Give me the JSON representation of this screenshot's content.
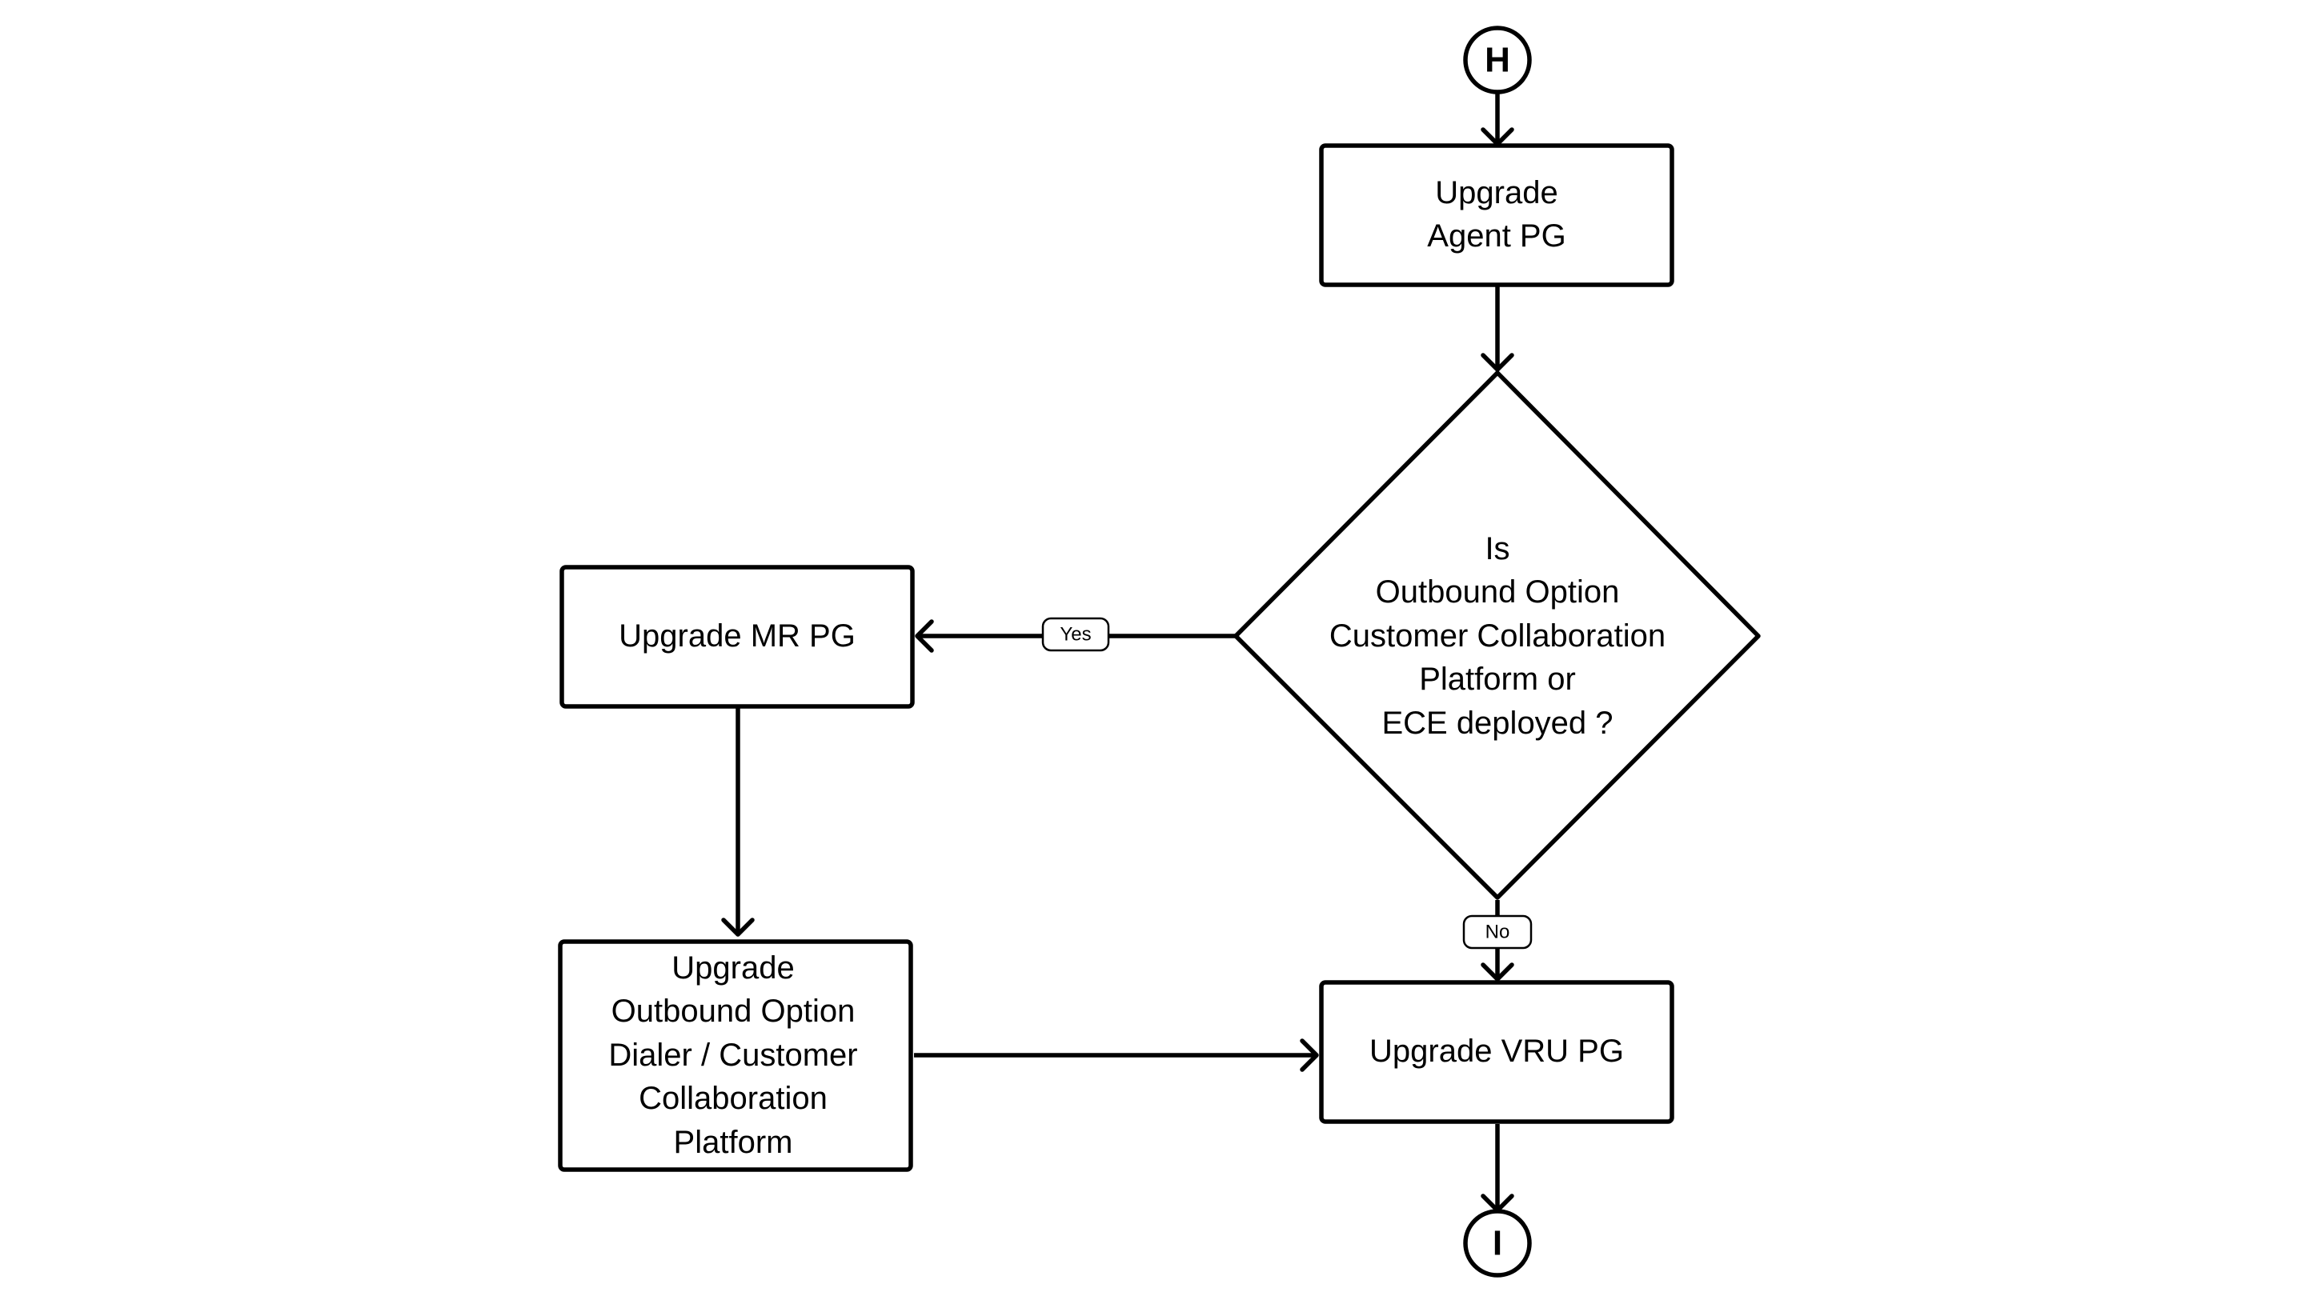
{
  "connectors": {
    "start": "H",
    "end": "I"
  },
  "nodes": {
    "agent_pg": [
      "Upgrade",
      "Agent PG"
    ],
    "decision": [
      "Is",
      "Outbound Option",
      "Customer Collaboration",
      "Platform or",
      "ECE deployed ?"
    ],
    "mr_pg": [
      "Upgrade MR PG"
    ],
    "outbound": [
      "Upgrade",
      "Outbound Option",
      "Dialer / Customer",
      "Collaboration",
      "Platform"
    ],
    "vru_pg": [
      "Upgrade VRU PG"
    ]
  },
  "edge_labels": {
    "yes": "Yes",
    "no": "No"
  }
}
